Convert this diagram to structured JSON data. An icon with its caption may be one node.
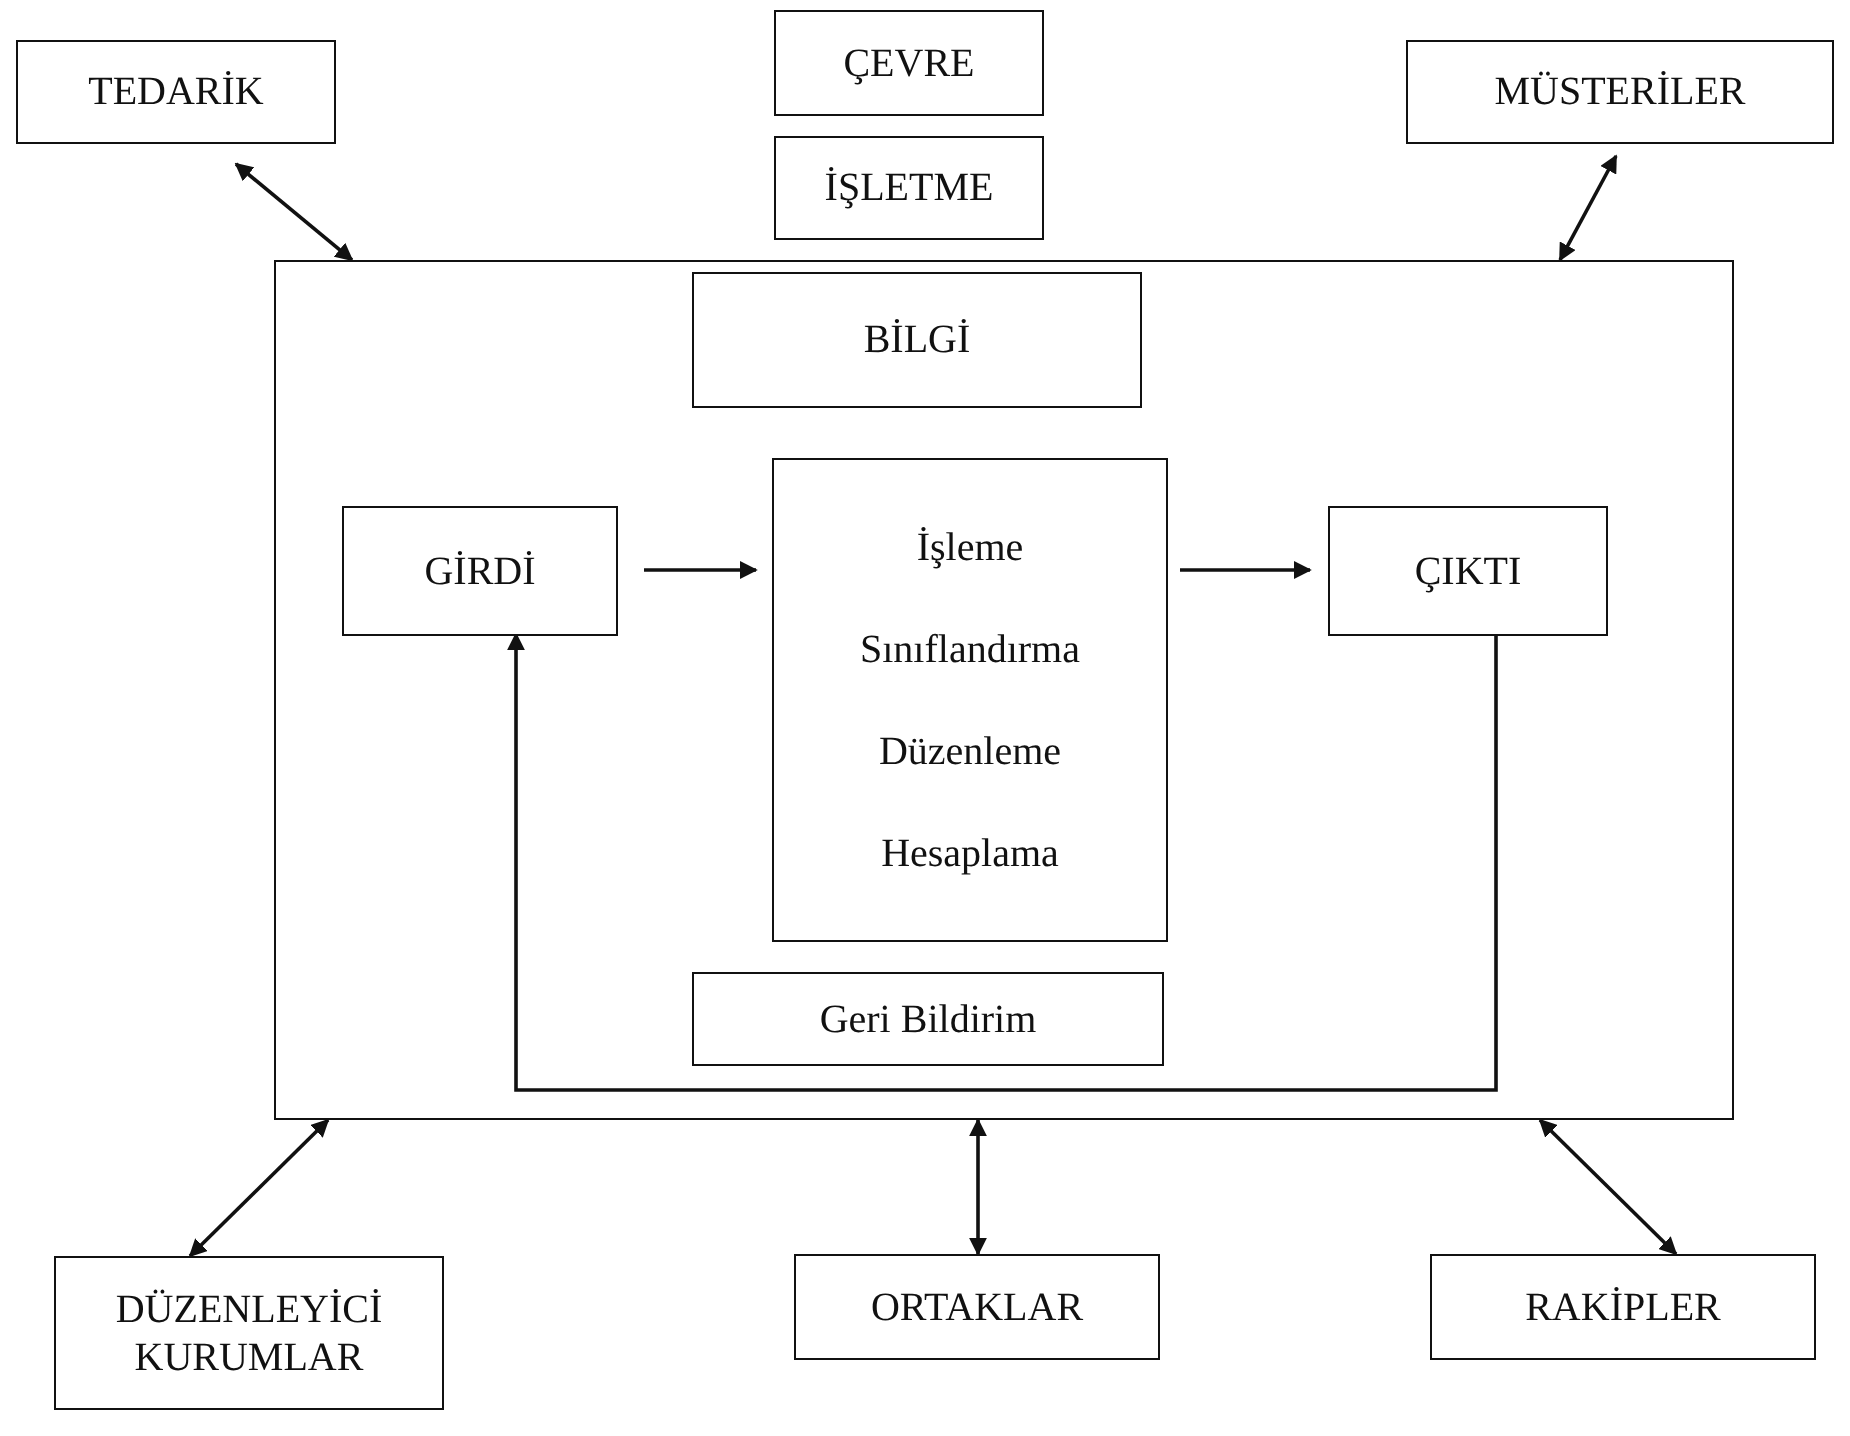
{
  "diagram": {
    "nodes": [
      {
        "text": [
          "TEDARİK"
        ]
      },
      {
        "text": [
          "ÇEVRE"
        ]
      },
      {
        "text": [
          "İŞLETME"
        ]
      },
      {
        "text": [
          "MÜSTERİLER"
        ]
      },
      {
        "text": [],
        "shape": "box"
      },
      {
        "text": [
          "BİLGİ"
        ],
        "in": 4
      },
      {
        "text": [
          "GİRDİ"
        ],
        "in": 4
      },
      {
        "text": [
          "İşleme",
          "Sınıflandırma",
          "Düzenleme",
          "Hesaplama"
        ],
        "in": 4
      },
      {
        "text": [
          "ÇIKTI"
        ],
        "in": 4
      },
      {
        "text": [
          "Geri Bildirim"
        ],
        "in": 4
      },
      {
        "text": [
          "DÜZENLEYİCİ KURUMLAR"
        ]
      },
      {
        "text": [
          "ORTAKLAR"
        ]
      },
      {
        "text": [
          "RAKİPLER"
        ]
      }
    ],
    "edges": [
      {
        "from": 0,
        "to": 4,
        "arrow": "both"
      },
      {
        "from": 3,
        "to": 4,
        "arrow": "both"
      },
      {
        "from": 6,
        "to": 7,
        "arrow": "to"
      },
      {
        "from": 7,
        "to": 8,
        "arrow": "to"
      },
      {
        "from": 8,
        "to": 6,
        "arrow": "to"
      },
      {
        "from": 10,
        "to": 4,
        "arrow": "both"
      },
      {
        "from": 11,
        "to": 4,
        "arrow": "both"
      },
      {
        "from": 12,
        "to": 4,
        "arrow": "both"
      }
    ]
  }
}
